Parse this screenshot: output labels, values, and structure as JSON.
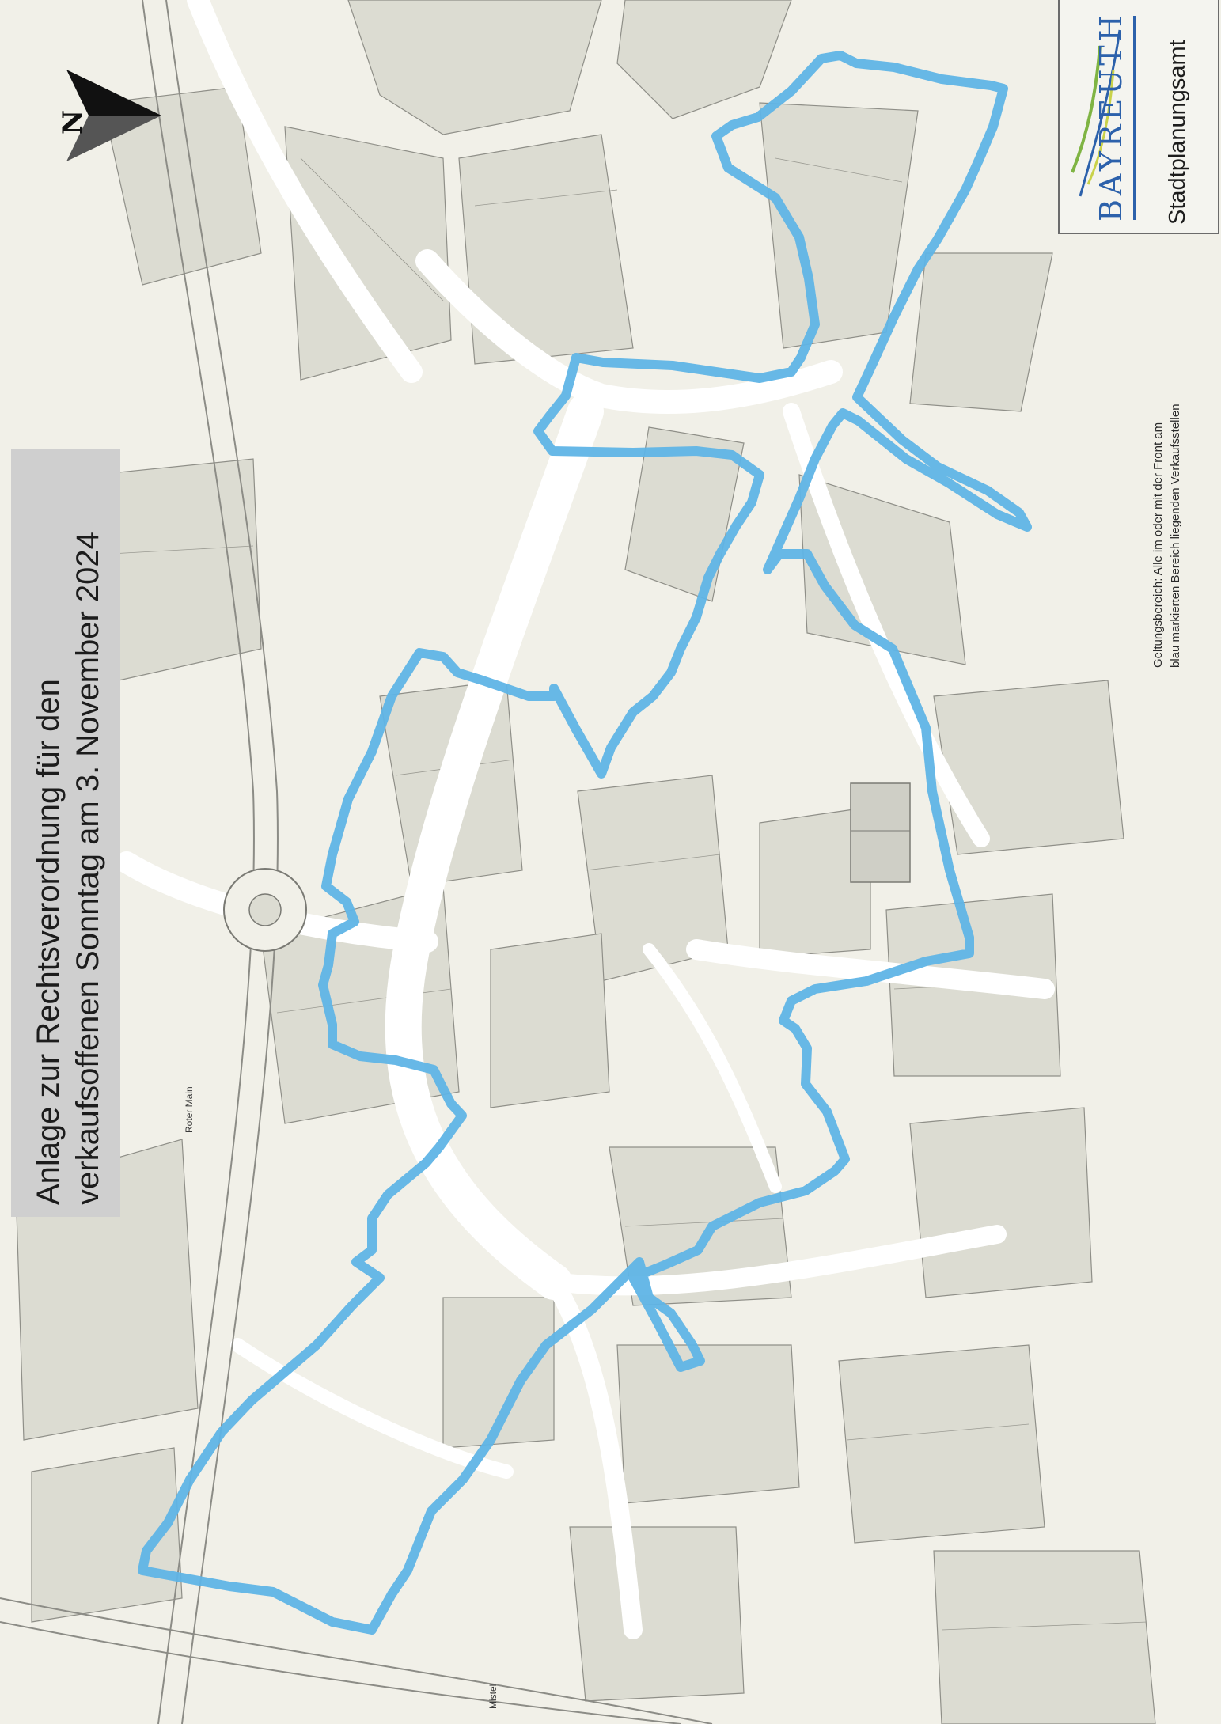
{
  "title": {
    "line1": "Anlage zur Rechtsverordnung für den",
    "line2": "verkaufsoffenen Sonntag am 3. November 2024"
  },
  "logo": {
    "city": "BAYREUTH",
    "department": "Stadtplanungsamt"
  },
  "legend": {
    "line1": "Geltungsbereich: Alle im oder mit der Front am",
    "line2": "blau markierten Bereich liegenden Verkaufsstellen"
  },
  "north_label": "N",
  "street_labels": {
    "main": "Roter Main",
    "mistel": "Mistel"
  },
  "colors": {
    "boundary": "#5fb4e6",
    "paper": "#f1f0e8",
    "block_fill": "#dcdcd2",
    "logo_blue": "#2c61ab",
    "title_box": "#cfcfcf"
  },
  "icons": {
    "north": "north-arrow-icon",
    "logo_mark": "logo-swoosh-icon"
  }
}
